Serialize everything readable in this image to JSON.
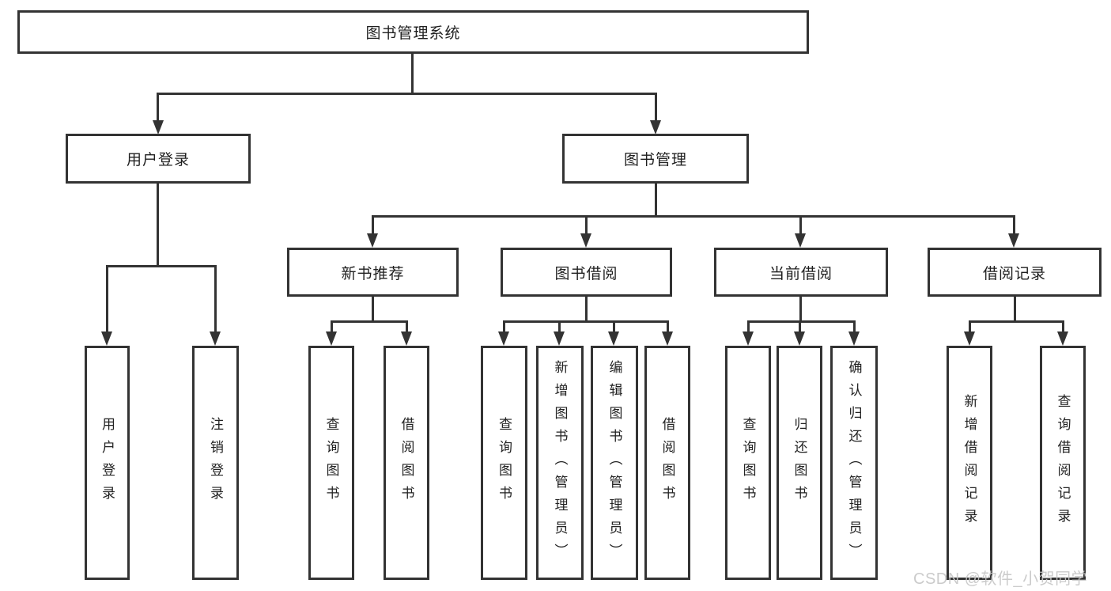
{
  "diagram": {
    "root_label": "图书管理系统",
    "level2": [
      "用户登录",
      "图书管理"
    ],
    "level3": [
      "新书推荐",
      "图书借阅",
      "当前借阅",
      "借阅记录"
    ],
    "leaves": {
      "login": [
        "用户登录",
        "注销登录"
      ],
      "newbook": [
        "查询图书",
        "借阅图书"
      ],
      "borrow": [
        "查询图书",
        "新增图书（管理员）",
        "编辑图书（管理员）",
        "借阅图书"
      ],
      "current": [
        "查询图书",
        "归还图书",
        "确认归还（管理员）"
      ],
      "records": [
        "新增借阅记录",
        "查询借阅记录"
      ]
    },
    "colors": {
      "line": "#333333",
      "box_background": "#ffffff",
      "text": "#1f1f1f",
      "watermark": "#c6c6c6"
    },
    "watermark": "CSDN @软件_小贺同学"
  }
}
